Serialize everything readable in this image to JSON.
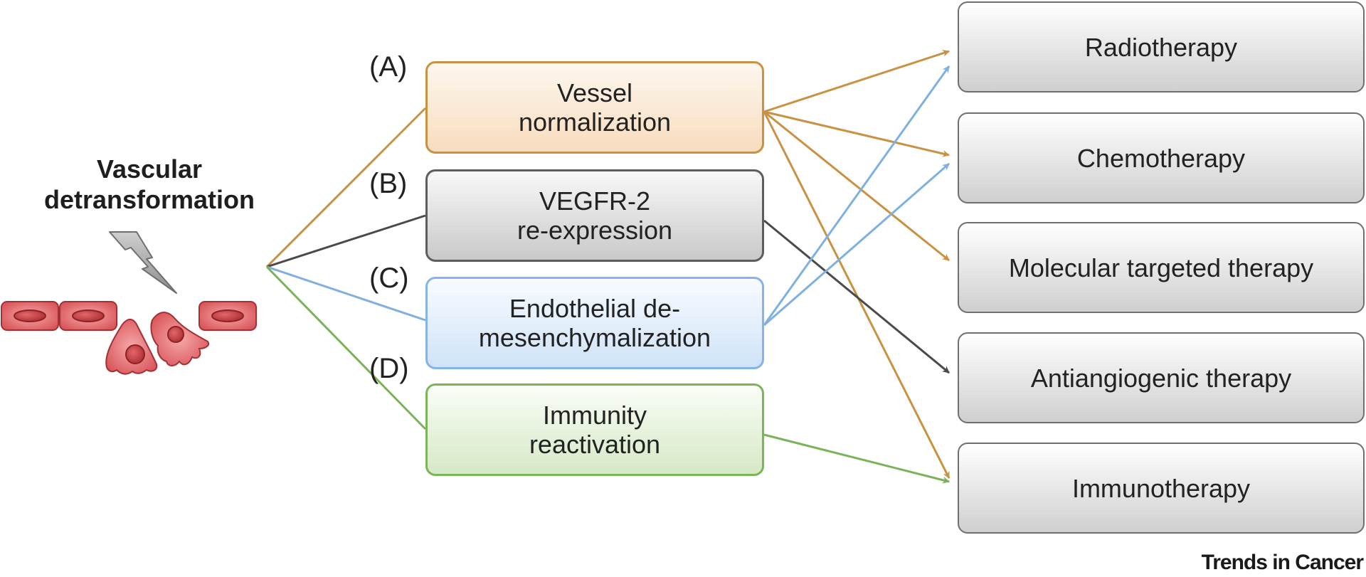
{
  "figure": {
    "left_title": [
      "Vascular",
      "detransformation"
    ],
    "footer": "Trends in Cancer"
  },
  "strategies": [
    {
      "tag": "(A)",
      "lines": [
        "Vessel",
        "normalization"
      ],
      "color": "#c99142"
    },
    {
      "tag": "(B)",
      "lines": [
        "VEGFR-2",
        "re-expression"
      ],
      "color": "#4a4a4a"
    },
    {
      "tag": "(C)",
      "lines": [
        "Endothelial de-",
        "mesenchymalization"
      ],
      "color": "#7fb0e0"
    },
    {
      "tag": "(D)",
      "lines": [
        "Immunity",
        "reactivation"
      ],
      "color": "#7ab357"
    }
  ],
  "therapies": [
    "Radiotherapy",
    "Chemotherapy",
    "Molecular targeted therapy",
    "Antiangiogenic therapy",
    "Immunotherapy"
  ],
  "links": [
    {
      "from": "(A)",
      "to": "Radiotherapy"
    },
    {
      "from": "(A)",
      "to": "Chemotherapy"
    },
    {
      "from": "(A)",
      "to": "Molecular targeted therapy"
    },
    {
      "from": "(A)",
      "to": "Immunotherapy"
    },
    {
      "from": "(B)",
      "to": "Antiangiogenic therapy"
    },
    {
      "from": "(C)",
      "to": "Radiotherapy"
    },
    {
      "from": "(C)",
      "to": "Chemotherapy"
    },
    {
      "from": "(D)",
      "to": "Immunotherapy"
    }
  ],
  "icons": [
    "lightning-bolt-icon",
    "endothelial-cells-icon"
  ]
}
